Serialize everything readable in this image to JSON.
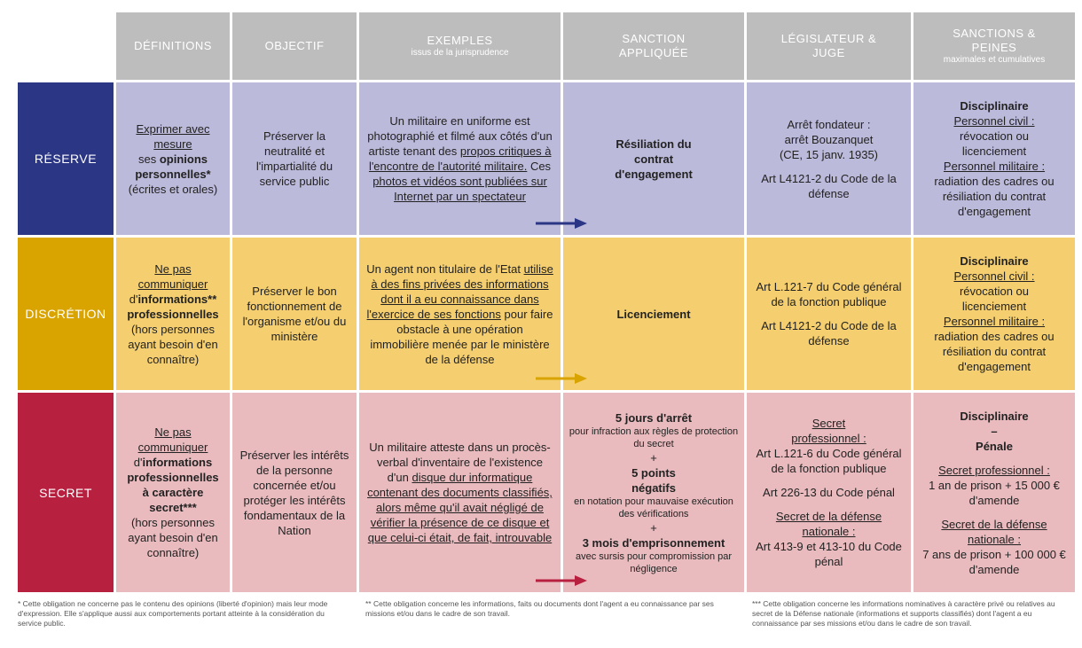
{
  "headers": {
    "definitions": "DÉFINITIONS",
    "objectif": "OBJECTIF",
    "exemples": "EXEMPLES",
    "exemples_sub": "issus de la jurisprudence",
    "sanction": "SANCTION APPLIQUÉE",
    "legislateur": "LÉGISLATEUR & JUGE",
    "sanctions_peines": "SANCTIONS & PEINES",
    "sanctions_peines_sub": "maximales et cumulatives"
  },
  "rows": {
    "reserve": {
      "label": "RÉSERVE",
      "def_1": "Exprimer avec mesure",
      "def_2": "ses ",
      "def_3": "opinions personnelles*",
      "def_4": "(écrites et orales)",
      "objectif": "Préserver la neutralité et l'impartialité du service public",
      "ex_1": "Un militaire en uniforme est photographié et filmé aux côtés d'un artiste tenant des ",
      "ex_2": "propos critiques à l'encontre de l'autorité militaire.",
      "ex_3": " Ces ",
      "ex_4": "photos et vidéos sont publiées sur Internet par un spectateur",
      "sanction": "Résiliation du contrat d'engagement",
      "leg_1": "Arrêt fondateur : arrêt Bouzanquet (CE, 15 janv. 1935)",
      "leg_2": "Art L4121-2 du Code de la défense",
      "pen_title": "Disciplinaire",
      "pen_civ_label": "Personnel civil :",
      "pen_civ": "révocation ou licenciement",
      "pen_mil_label": "Personnel militaire :",
      "pen_mil": "radiation des cadres ou résiliation du contrat d'engagement"
    },
    "discretion": {
      "label": "DISCRÉTION",
      "def_1": "Ne pas communiquer",
      "def_2": "d'",
      "def_3": "informations** professionnelles",
      "def_4": "(hors personnes ayant besoin d'en connaître)",
      "objectif": "Préserver le bon fonctionnement de l'organisme et/ou du ministère",
      "ex_1": "Un agent non titulaire de l'Etat ",
      "ex_2": "utilise à des fins privées des informations dont il a eu connaissance dans l'exercice de ses fonctions",
      "ex_3": " pour faire obstacle à une opération immobilière menée par le ministère de la défense",
      "sanction": "Licenciement",
      "leg_1": "Art L.121-7 du Code général de la fonction publique",
      "leg_2": "Art L4121-2 du Code de la défense",
      "pen_title": "Disciplinaire",
      "pen_civ_label": "Personnel civil :",
      "pen_civ": "révocation ou licenciement",
      "pen_mil_label": "Personnel militaire :",
      "pen_mil": "radiation des cadres ou résiliation du contrat d'engagement"
    },
    "secret": {
      "label": "SECRET",
      "def_1": "Ne pas communiquer",
      "def_2": "d'",
      "def_3": "informations professionnelles à caractère secret***",
      "def_4": "(hors personnes ayant besoin d'en connaître)",
      "objectif": "Préserver les intérêts de la personne concernée et/ou protéger les intérêts fondamentaux de la Nation",
      "ex_1": "Un militaire atteste dans un procès-verbal d'inventaire de l'existence d'un ",
      "ex_2": "disque dur informatique contenant des documents classifiés, alors même qu'il avait négligé de vérifier la présence de ce disque et que celui-ci était, de fait, introuvable",
      "s_1": "5 jours d'arrêt",
      "s_2": "pour infraction aux règles de protection du secret",
      "s_plus": "+",
      "s_3": "5 points négatifs",
      "s_4": "en notation pour mauvaise exécution des vérifications",
      "s_5": "3 mois d'emprisonnement",
      "s_6": "avec sursis pour compromission par négligence",
      "leg_1": "Secret professionnel :",
      "leg_2": "Art L.121-6 du Code général de la fonction publique",
      "leg_3": "Art 226-13 du Code pénal",
      "leg_4": "Secret de la défense nationale :",
      "leg_5": "Art 413-9 et 413-10 du Code pénal",
      "pen_1": "Disciplinaire",
      "pen_2": "–",
      "pen_3": "Pénale",
      "pen_4": "Secret professionnel :",
      "pen_5": "1 an de prison + 15 000 € d'amende",
      "pen_6": "Secret de la défense nationale :",
      "pen_7": "7 ans de prison + 100 000 € d'amende"
    }
  },
  "footnotes": {
    "f1": "* Cette obligation ne concerne pas le contenu des opinions (liberté d'opinion) mais leur mode d'expression. Elle s'applique aussi aux comportements portant atteinte à la considération du service public.",
    "f2": "** Cette obligation concerne les informations, faits ou documents dont l'agent a eu connaissance par ses missions et/ou dans le cadre de son travail.",
    "f3": "*** Cette obligation concerne les informations nominatives à caractère privé ou relatives au secret de la Défense nationale (informations et supports classifiés) dont l'agent a eu connaissance par ses missions et/ou dans le cadre de son travail."
  },
  "colors": {
    "header": "#bdbdbd",
    "reserve_dark": "#2b3685",
    "reserve_light": "#bcbadb",
    "discretion_dark": "#d9a300",
    "discretion_light": "#f5cf6f",
    "secret_dark": "#b82040",
    "secret_light": "#e9bbbe"
  }
}
